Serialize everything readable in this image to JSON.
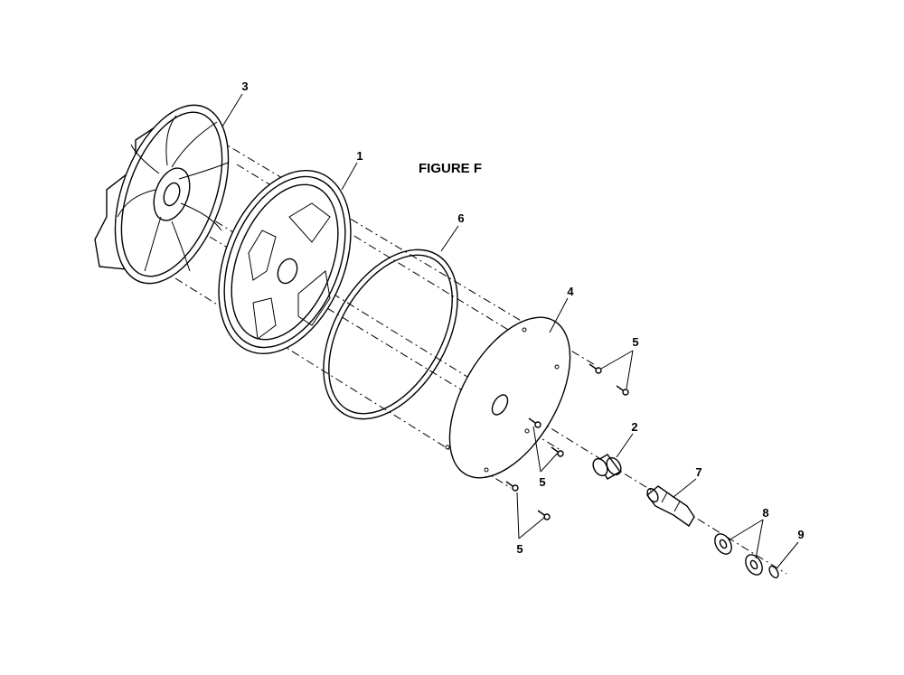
{
  "figure": {
    "title": "FIGURE F"
  },
  "callouts": {
    "fan": "3",
    "wheel": "1",
    "tire": "6",
    "cover_plate": "4",
    "screws_top": "5",
    "screws_middle": "5",
    "screws_bottom": "5",
    "bearing": "2",
    "shaft": "7",
    "washers": "8",
    "retaining_ring": "9"
  },
  "colors": {
    "ink": "#000000",
    "background": "#ffffff"
  }
}
